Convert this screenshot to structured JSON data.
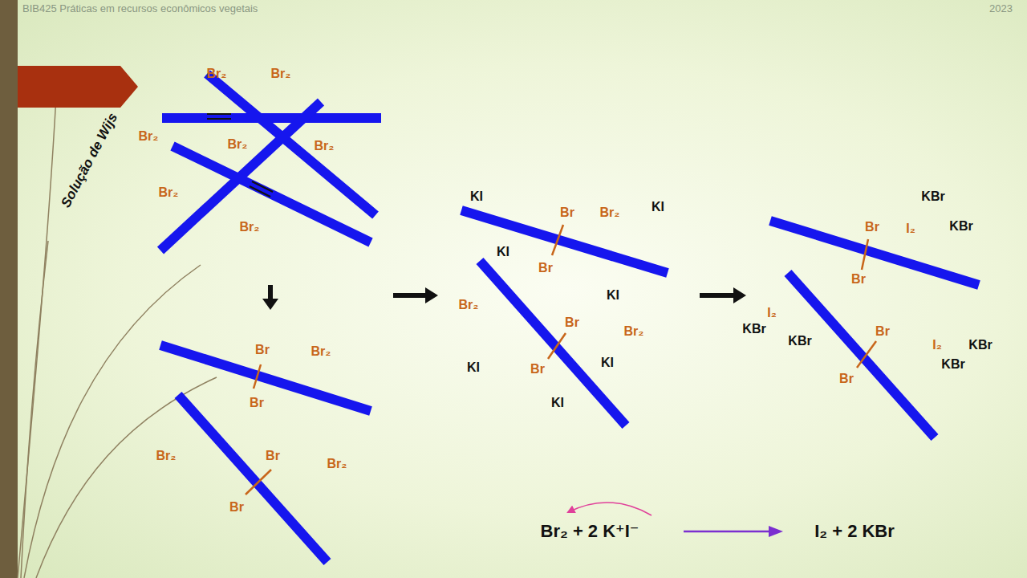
{
  "diagram": {
    "labels": [
      "BIB425 Práticas em recursos econômicos vegetais",
      "2023",
      "Solução de Wijs",
      "Br₂",
      "Br₂",
      "Br₂",
      "Br₂",
      "Br₂",
      "Br₂",
      "Br₂",
      "Br",
      "Br",
      "Br₂",
      "Br₂",
      "Br",
      "Br",
      "Br₂",
      "KI",
      "Br",
      "Br₂",
      "KI",
      "KI",
      "Br",
      "KI",
      "Br₂",
      "Br",
      "Br₂",
      "KI",
      "Br",
      "KI",
      "KI",
      "KBr",
      "Br",
      "I₂",
      "KBr",
      "Br",
      "I₂",
      "KBr",
      "KBr",
      "Br",
      "I₂",
      "KBr",
      "KBr",
      "Br",
      "Br₂ + 2 K⁺I⁻",
      "I₂ + 2 KBr"
    ]
  }
}
